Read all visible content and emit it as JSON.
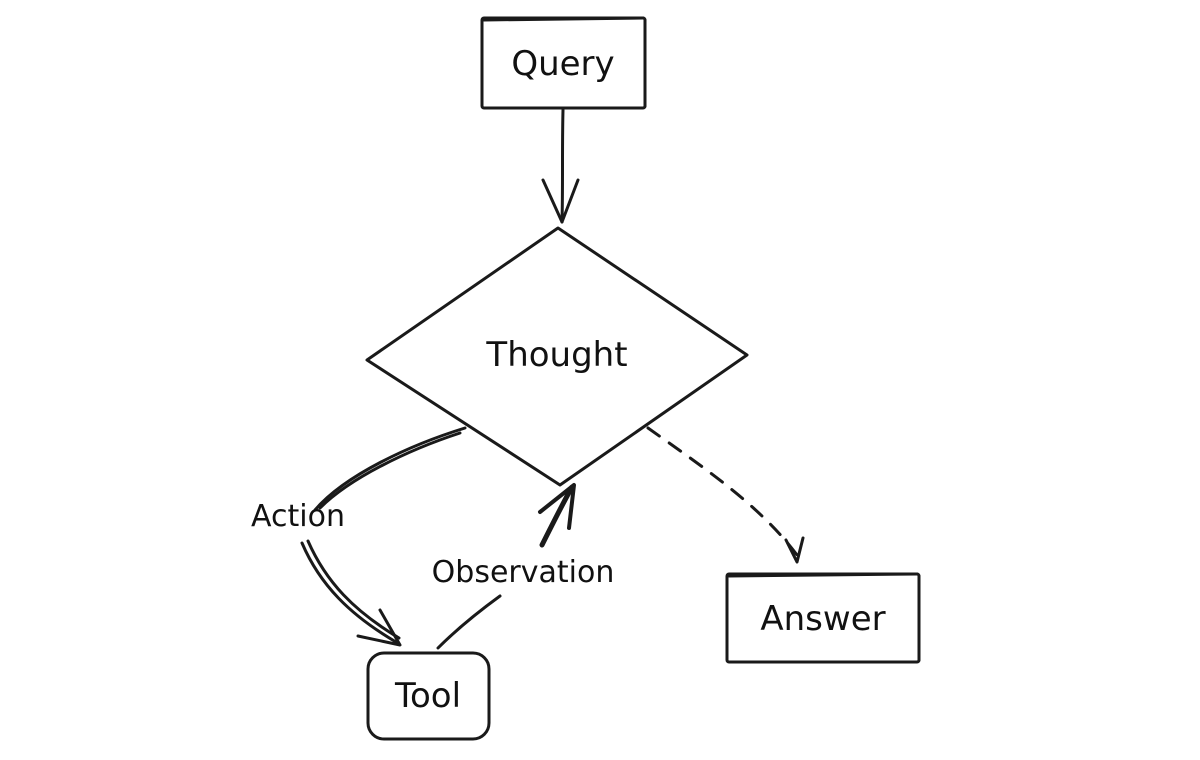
{
  "nodes": {
    "query": "Query",
    "thought": "Thought",
    "tool": "Tool",
    "answer": "Answer"
  },
  "edges": {
    "action": "Action",
    "observation": "Observation"
  },
  "colors": {
    "stroke": "#1a1a1a",
    "background": "#ffffff"
  }
}
